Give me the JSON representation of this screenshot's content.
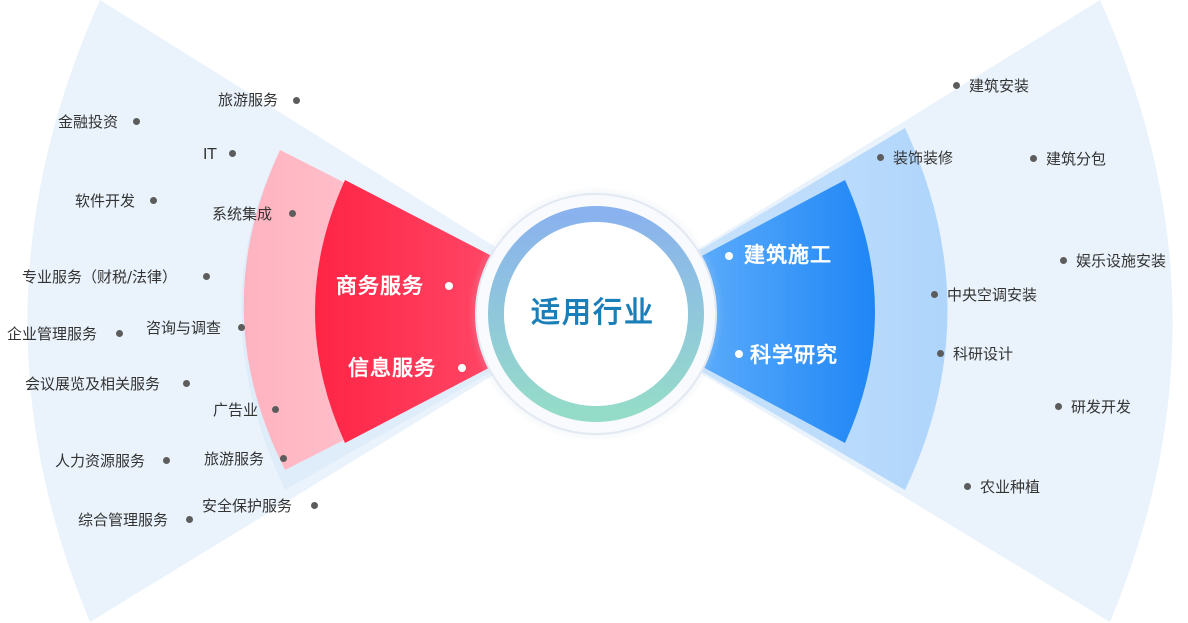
{
  "center": {
    "title": "适用行业"
  },
  "colors": {
    "business": "#ff2c4f",
    "tech": "#2e8cf7",
    "fan_light": "#eaf3fc",
    "dot": "#5c5c5c",
    "ring_top": "#8ab4ec",
    "ring_bottom": "#93dccc",
    "center_text": "#1a7fb8"
  },
  "categories": {
    "business": {
      "label": "商务服务"
    },
    "info": {
      "label": "信息服务"
    },
    "construction": {
      "label": "建筑施工"
    },
    "research": {
      "label": "科学研究"
    }
  },
  "left_items": [
    {
      "label": "旅游服务"
    },
    {
      "label": "金融投资"
    },
    {
      "label": "IT"
    },
    {
      "label": "软件开发"
    },
    {
      "label": "系统集成"
    },
    {
      "label": "专业服务（财税/法律）"
    },
    {
      "label": "企业管理服务"
    },
    {
      "label": "咨询与调查"
    },
    {
      "label": "会议展览及相关服务"
    },
    {
      "label": "广告业"
    },
    {
      "label": "人力资源服务"
    },
    {
      "label": "旅游服务"
    },
    {
      "label": "安全保护服务"
    },
    {
      "label": "综合管理服务"
    }
  ],
  "right_items": [
    {
      "label": "建筑安装"
    },
    {
      "label": "装饰装修"
    },
    {
      "label": "建筑分包"
    },
    {
      "label": "娱乐设施安装"
    },
    {
      "label": "中央空调安装"
    },
    {
      "label": "科研设计"
    },
    {
      "label": "研发开发"
    },
    {
      "label": "农业种植"
    }
  ]
}
